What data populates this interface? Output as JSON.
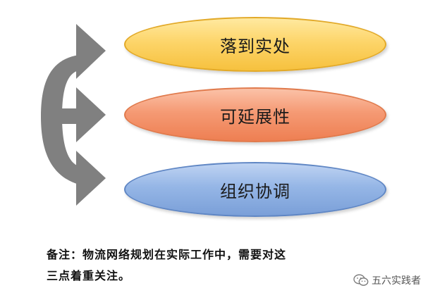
{
  "items": [
    {
      "label": "落到实处",
      "color": "#fdd56a"
    },
    {
      "label": "可延展性",
      "color": "#f59a74"
    },
    {
      "label": "组织协调",
      "color": "#95b6e6"
    }
  ],
  "arrow_color": "#808080",
  "note": {
    "line1": "备注：物流网络规划在实际工作中，需要对这",
    "line2": "三点着重关注。"
  },
  "watermark": {
    "icon": "wechat-icon",
    "text": "五六实践者"
  }
}
